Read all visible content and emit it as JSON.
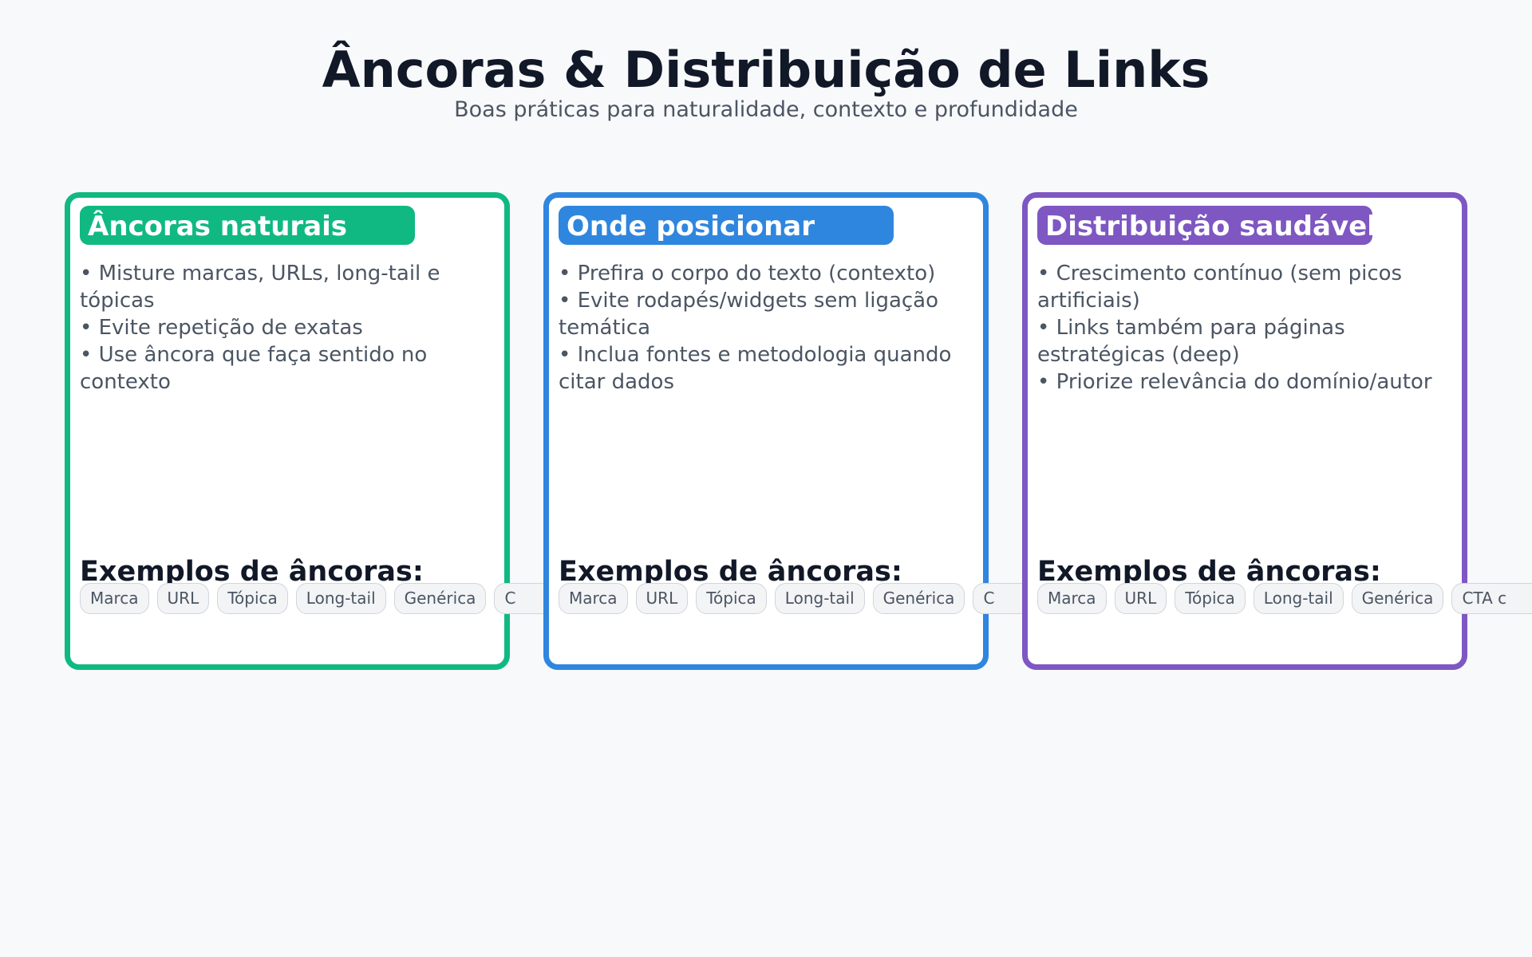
{
  "header": {
    "title": "Âncoras & Distribuição de Links",
    "subtitle": "Boas práticas para naturalidade, contexto e profundidade"
  },
  "cards": [
    {
      "title": "Âncoras naturais",
      "color": "#10b981",
      "bullets": [
        "• Misture marcas, URLs, long-tail e tópicas",
        "• Evite repetição de exatas",
        "• Use âncora que faça sentido no contexto"
      ],
      "examples_title": "Exemplos de âncoras:",
      "chips": [
        "Marca",
        "URL",
        "Tópica",
        "Long-tail",
        "Genérica",
        "C"
      ]
    },
    {
      "title": "Onde posicionar",
      "color": "#2f86de",
      "bullets": [
        "• Prefira o corpo do texto (contexto)",
        "• Evite rodapés/widgets sem ligação temática",
        "• Inclua fontes e metodologia quando citar dados"
      ],
      "examples_title": "Exemplos de âncoras:",
      "chips": [
        "Marca",
        "URL",
        "Tópica",
        "Long-tail",
        "Genérica",
        "C"
      ]
    },
    {
      "title": "Distribuição saudável",
      "color": "#7e57c2",
      "bullets": [
        "• Crescimento contínuo (sem picos artificiais)",
        "• Links também para páginas estratégicas (deep)",
        "• Priorize relevância do domínio/autor"
      ],
      "examples_title": "Exemplos de âncoras:",
      "chips": [
        "Marca",
        "URL",
        "Tópica",
        "Long-tail",
        "Genérica",
        "CTA c"
      ]
    }
  ]
}
